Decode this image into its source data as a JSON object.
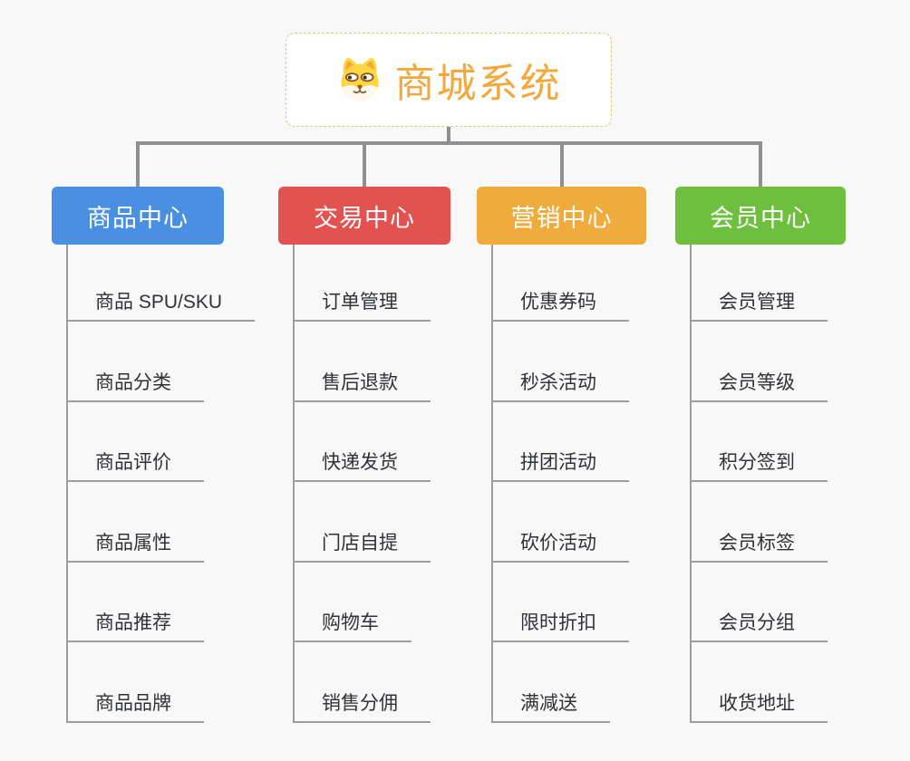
{
  "root": {
    "title": "商城系统",
    "icon": "shiba-dog-icon"
  },
  "branches": [
    {
      "label": "商品中心",
      "color": "#4A90E2",
      "items": [
        "商品 SPU/SKU",
        "商品分类",
        "商品评价",
        "商品属性",
        "商品推荐",
        "商品品牌"
      ]
    },
    {
      "label": "交易中心",
      "color": "#E25350",
      "items": [
        "订单管理",
        "售后退款",
        "快递发货",
        "门店自提",
        "购物车",
        "销售分佣"
      ]
    },
    {
      "label": "营销中心",
      "color": "#EFAB3C",
      "items": [
        "优惠券码",
        "秒杀活动",
        "拼团活动",
        "砍价活动",
        "限时折扣",
        "满减送"
      ]
    },
    {
      "label": "会员中心",
      "color": "#6FBF3F",
      "items": [
        "会员管理",
        "会员等级",
        "积分签到",
        "会员标签",
        "会员分组",
        "收货地址"
      ]
    }
  ],
  "colors": {
    "background": "#F8F8F8",
    "root_title": "#F2A83C",
    "root_border": "#F3BE72",
    "connector": "#8F8F8F",
    "leaf_line": "#9A9EA3",
    "leaf_text": "#2F3237"
  }
}
